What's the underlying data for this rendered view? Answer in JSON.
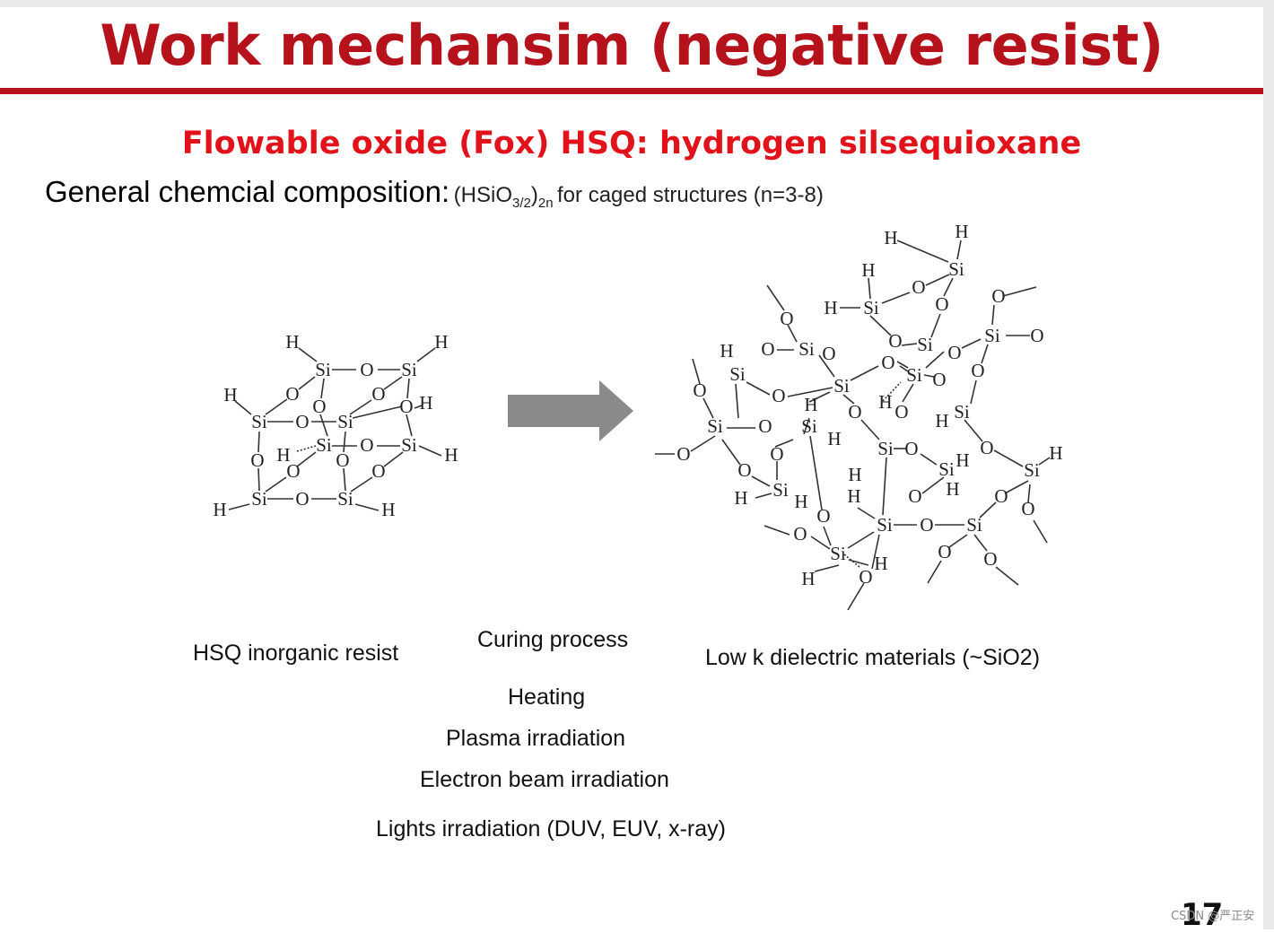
{
  "slide": {
    "title": "Work mechansim (negative resist)",
    "subtitle": "Flowable oxide (Fox) HSQ: hydrogen silsequioxane",
    "composition": {
      "label": "General chemcial composition:",
      "formula_main": "(HSiO",
      "formula_sub1": "3/2",
      "formula_close": ")",
      "formula_sub2": "2n",
      "rest": "for caged structures (n=3-8)"
    },
    "process": {
      "left": "HSQ inorganic resist",
      "arrow_label": "Curing process",
      "right": "Low k dielectric materials (~SiO2)",
      "methods": [
        "Heating",
        "Plasma irradiation",
        "Electron beam irradiation",
        "Lights irradiation (DUV, EUV, x-ray)"
      ]
    },
    "page_number": "17",
    "watermark": "CSDN @严正安",
    "colors": {
      "title": "#b5121b",
      "subtitle": "#e2121a",
      "arrow": "#8a8a8a"
    }
  }
}
